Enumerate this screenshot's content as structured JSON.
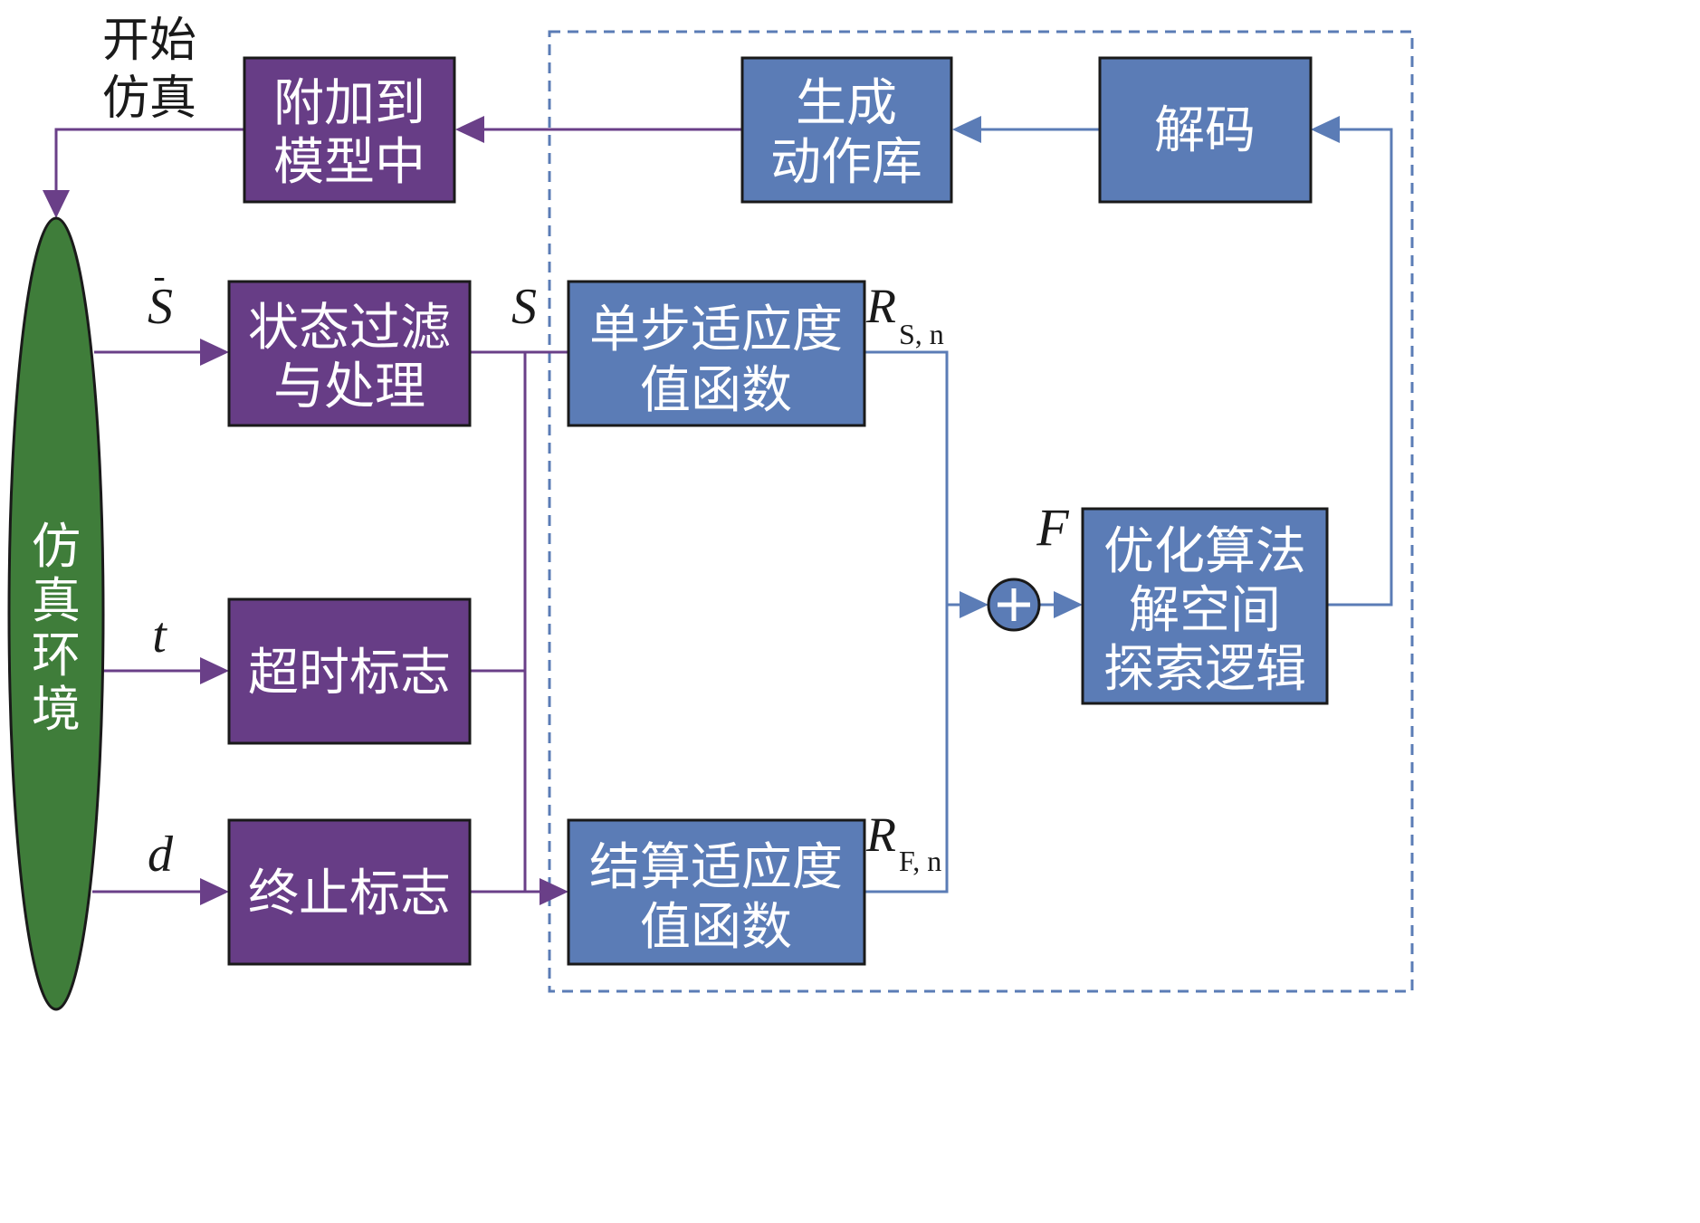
{
  "start_label": {
    "line1": "开始",
    "line2": "仿真"
  },
  "environment": {
    "chars": [
      "仿",
      "真",
      "环",
      "境"
    ],
    "color": "#3f7d3a"
  },
  "colors": {
    "purple": "#673d86",
    "blue": "#5b7cb6",
    "purple_line": "#6a3f88",
    "blue_line": "#5b7cb6",
    "dashed": "#5b7cb6"
  },
  "boxes": {
    "attach": {
      "line1": "附加到",
      "line2": "模型中"
    },
    "filter": {
      "line1": "状态过滤",
      "line2": "与处理"
    },
    "timeout": {
      "line1": "超时标志"
    },
    "terminate": {
      "line1": "终止标志"
    },
    "generate": {
      "line1": "生成",
      "line2": "动作库"
    },
    "decode": {
      "line1": "解码"
    },
    "single_step": {
      "line1": "单步适应度",
      "line2": "值函数"
    },
    "settlement": {
      "line1": "结算适应度",
      "line2": "值函数"
    },
    "optimize": {
      "line1": "优化算法",
      "line2": "解空间",
      "line3": "探索逻辑"
    }
  },
  "signals": {
    "s_bar": "S",
    "s_bar_mark": "-",
    "s": "S",
    "t": "t",
    "d": "d",
    "f": "F",
    "rs_main": "R",
    "rs_sub": "S, n",
    "rf_main": "R",
    "rf_sub": "F, n"
  },
  "sum_node": {
    "symbol": "+"
  }
}
